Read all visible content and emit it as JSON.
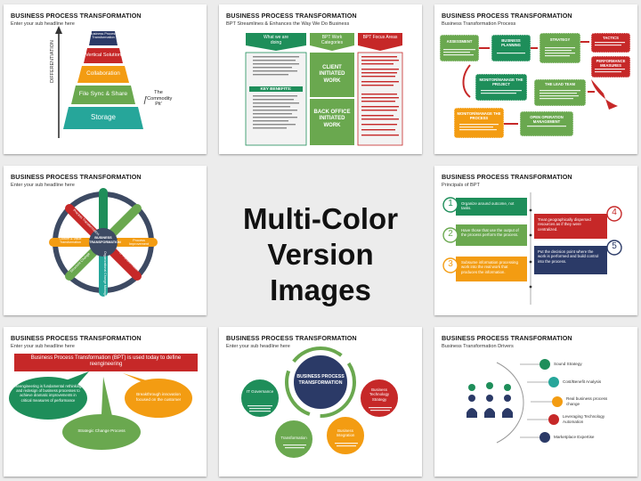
{
  "center": {
    "line1": "Multi-Color",
    "line2": "Version Images"
  },
  "slides": [
    {
      "title": "BUSINESS PROCESS TRANSFORMATION",
      "subtitle": "Enter your sub headline here",
      "axis_label": "DIFFERENTIATION",
      "layers": [
        "Business Process Transformation",
        "Vertical Solution",
        "Collaboration",
        "File Sync & Share",
        "Storage"
      ],
      "side_label": "The 'Commodity Pit'"
    },
    {
      "title": "BUSINESS PROCESS TRANSFORMATION",
      "subtitle": "BPT Streamlines & Enhances the Way We Do Business",
      "headers": [
        "What we are doing",
        "BPT Work Categories",
        "BPT Focus Areas"
      ],
      "mid_labels": [
        "CLIENT INITIATED WORK",
        "BACK OFFICE INITIATED WORK"
      ],
      "key_benefits": "KEY BENEFITS:"
    },
    {
      "title": "BUSINESS PROCESS TRANSFORMATION",
      "subtitle": "Business Transformation Process",
      "boxes": [
        "ASSESSMENT",
        "BUSINESS PLANNING",
        "STRATEGY",
        "TACTICS",
        "PERFORMANCE MEASURES",
        "MONITOR/MANAGE THE PROJECT",
        "THE LEAD TEAM",
        "MONITOR/MANAGE THE PROCESS",
        "OPEN OPERATION MANAGEMENT"
      ]
    },
    {
      "title": "BUSINESS PROCESS TRANSFORMATION",
      "subtitle": "Enter your sub headline here",
      "hub": "BUSINESS TRANSFORMATION",
      "spokes": [
        "Job Redesign",
        "Process Transformation",
        "Tech Redesign",
        "Culture & Value Transformation",
        "Process Improvement",
        "Organizational Change Management",
        "IT Transformation",
        "Structure Change"
      ]
    },
    {
      "title": "BUSINESS PROCESS TRANSFORMATION",
      "subtitle": "Principals of BPT",
      "numbers": [
        "1",
        "2",
        "3",
        "4",
        "5"
      ],
      "items": [
        "Organize around outcome, not tasks.",
        "Have those that use the output of the process perform the process.",
        "Subsume information processing work into the real work that produces the information.",
        "Treat geographically dispersed resources as if they were centralized.",
        "Put the decision point where the work is performed and build control into the process."
      ]
    },
    {
      "title": "BUSINESS PROCESS TRANSFORMATION",
      "subtitle": "Enter your sub headline here",
      "banner": "Business Process Transformation (BPT) is used today to define reengineering",
      "bubble_left": "Reengineering is fundamental rethinking and redesign of business processes to achieve dramatic improvements in critical measures of performance",
      "bubble_right": "Breakthrough innovation focused on the customer",
      "bubble_bottom": "Strategic Change Process"
    },
    {
      "title": "BUSINESS PROCESS TRANSFORMATION",
      "subtitle": "Enter your sub headline here",
      "hub": "BUSINESS PROCESS TRANSFORMATION",
      "nodes": [
        "IT Governance",
        "Transformation",
        "Business Integration",
        "Business Technology Strategy"
      ]
    },
    {
      "title": "BUSINESS PROCESS TRANSFORMATION",
      "subtitle": "Business Transformation Drivers",
      "drivers": [
        "Sound Strategy",
        "Cost/Benefit Analysis",
        "Real business process change",
        "Leveraging Technology Automation",
        "Marketplace Expertise"
      ]
    }
  ]
}
